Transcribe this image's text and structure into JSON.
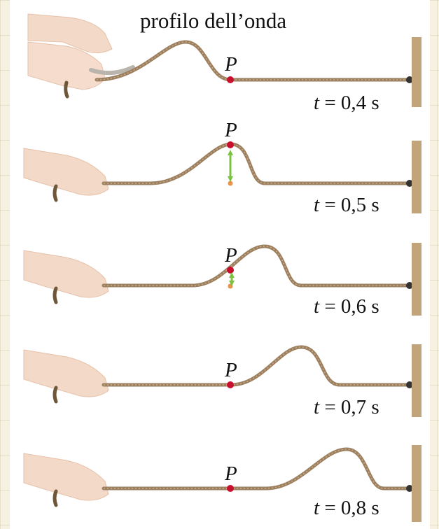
{
  "title": "profilo dell’onda",
  "point_label": "P",
  "colors": {
    "rope": "#9d8060",
    "rope_dark": "#6e5639",
    "wall": "#c2a47a",
    "point": "#c8102e",
    "arrow": "#7cc242",
    "hand": "#f3d9c8",
    "knot": "#333333"
  },
  "snapshots": [
    {
      "time_var": "t",
      "time_value": "= 0,4 s",
      "show_arrow": false
    },
    {
      "time_var": "t",
      "time_value": "= 0,5 s",
      "show_arrow": true
    },
    {
      "time_var": "t",
      "time_value": "= 0,6 s",
      "show_arrow": true
    },
    {
      "time_var": "t",
      "time_value": "= 0,7 s",
      "show_arrow": false
    },
    {
      "time_var": "t",
      "time_value": "= 0,8 s",
      "show_arrow": false
    }
  ]
}
